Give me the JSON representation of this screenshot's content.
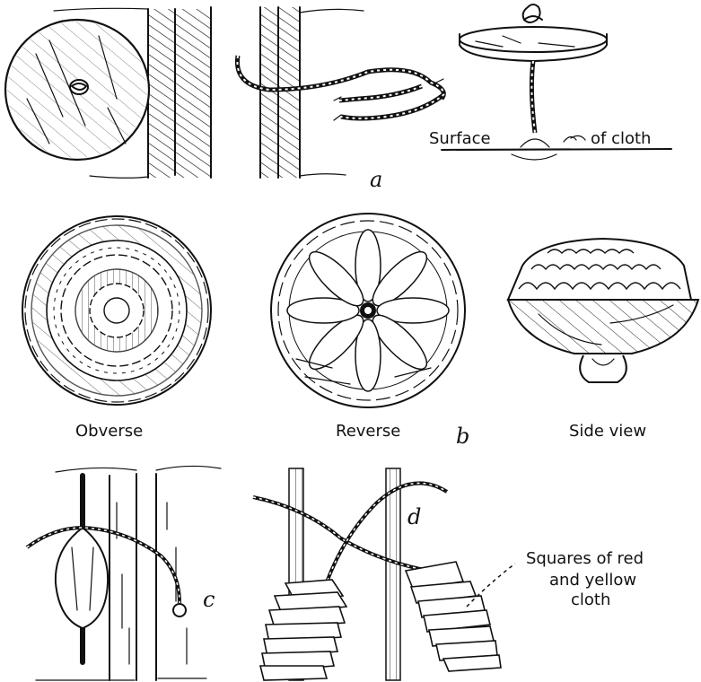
{
  "figure_letters": {
    "a": "a",
    "b": "b",
    "c": "c",
    "d": "d"
  },
  "labels": {
    "surface_word": "Surface",
    "of_cloth": "of cloth",
    "obverse": "Obverse",
    "reverse": "Reverse",
    "side_view": "Side view",
    "squares_line1": "Squares of red",
    "squares_line2": "and yellow",
    "squares_line3": "cloth"
  },
  "icons": [
    "wooden-disc-icon",
    "twisted-cord-icon",
    "button-on-shank-icon",
    "coiled-button-obverse-icon",
    "coiled-button-reverse-icon",
    "coiled-button-side-icon",
    "bone-toggle-icon",
    "cloth-squares-stack-icon"
  ]
}
